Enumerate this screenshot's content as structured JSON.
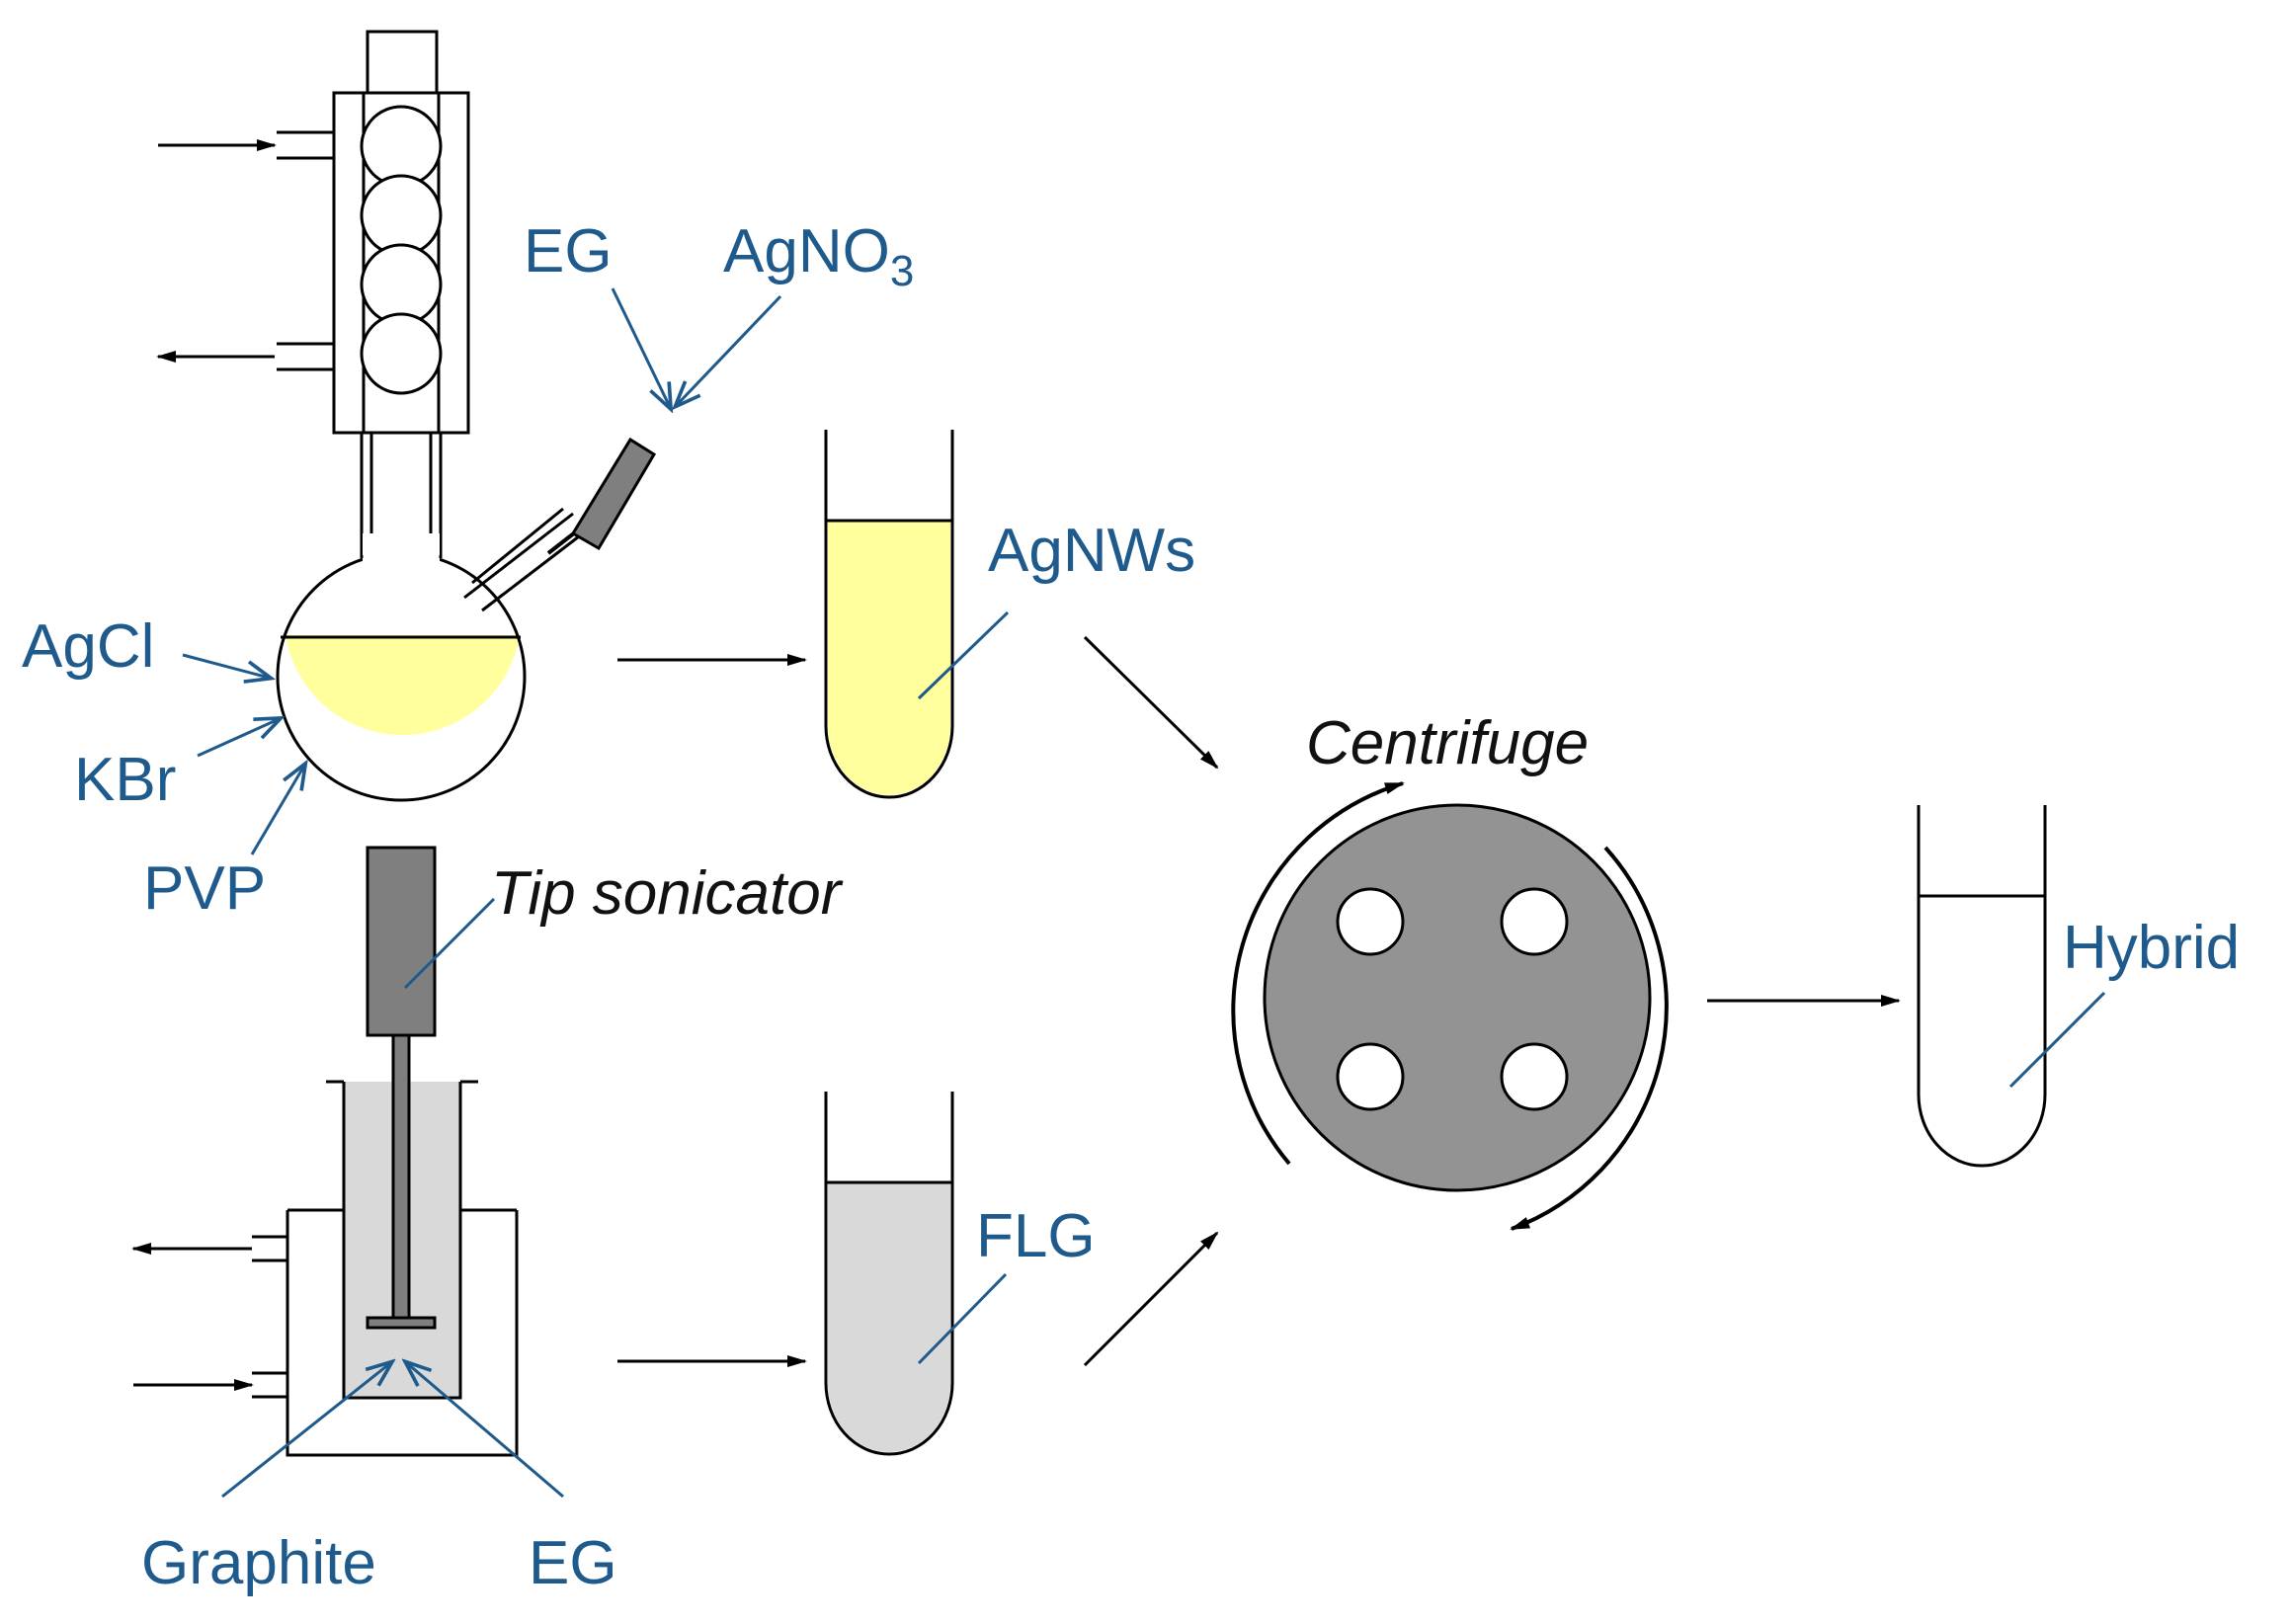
{
  "labels": {
    "eg_top": "EG",
    "agno3": "AgNO",
    "agno3_sub": "3",
    "agcl": "AgCl",
    "kbr": "KBr",
    "pvp": "PVP",
    "agnws": "AgNWs",
    "tip_sonicator": "Tip sonicator",
    "graphite": "Graphite",
    "eg_bottom": "EG",
    "flg": "FLG",
    "centrifuge": "Centrifuge",
    "hybrid": "Hybrid"
  },
  "colors": {
    "label_blue": "#1f5a8c",
    "agnw_yellow": "#ffff9e",
    "flg_gray": "#d9d9d9",
    "dark_gray": "#7f7f7f",
    "rotor_gray": "#939393"
  }
}
